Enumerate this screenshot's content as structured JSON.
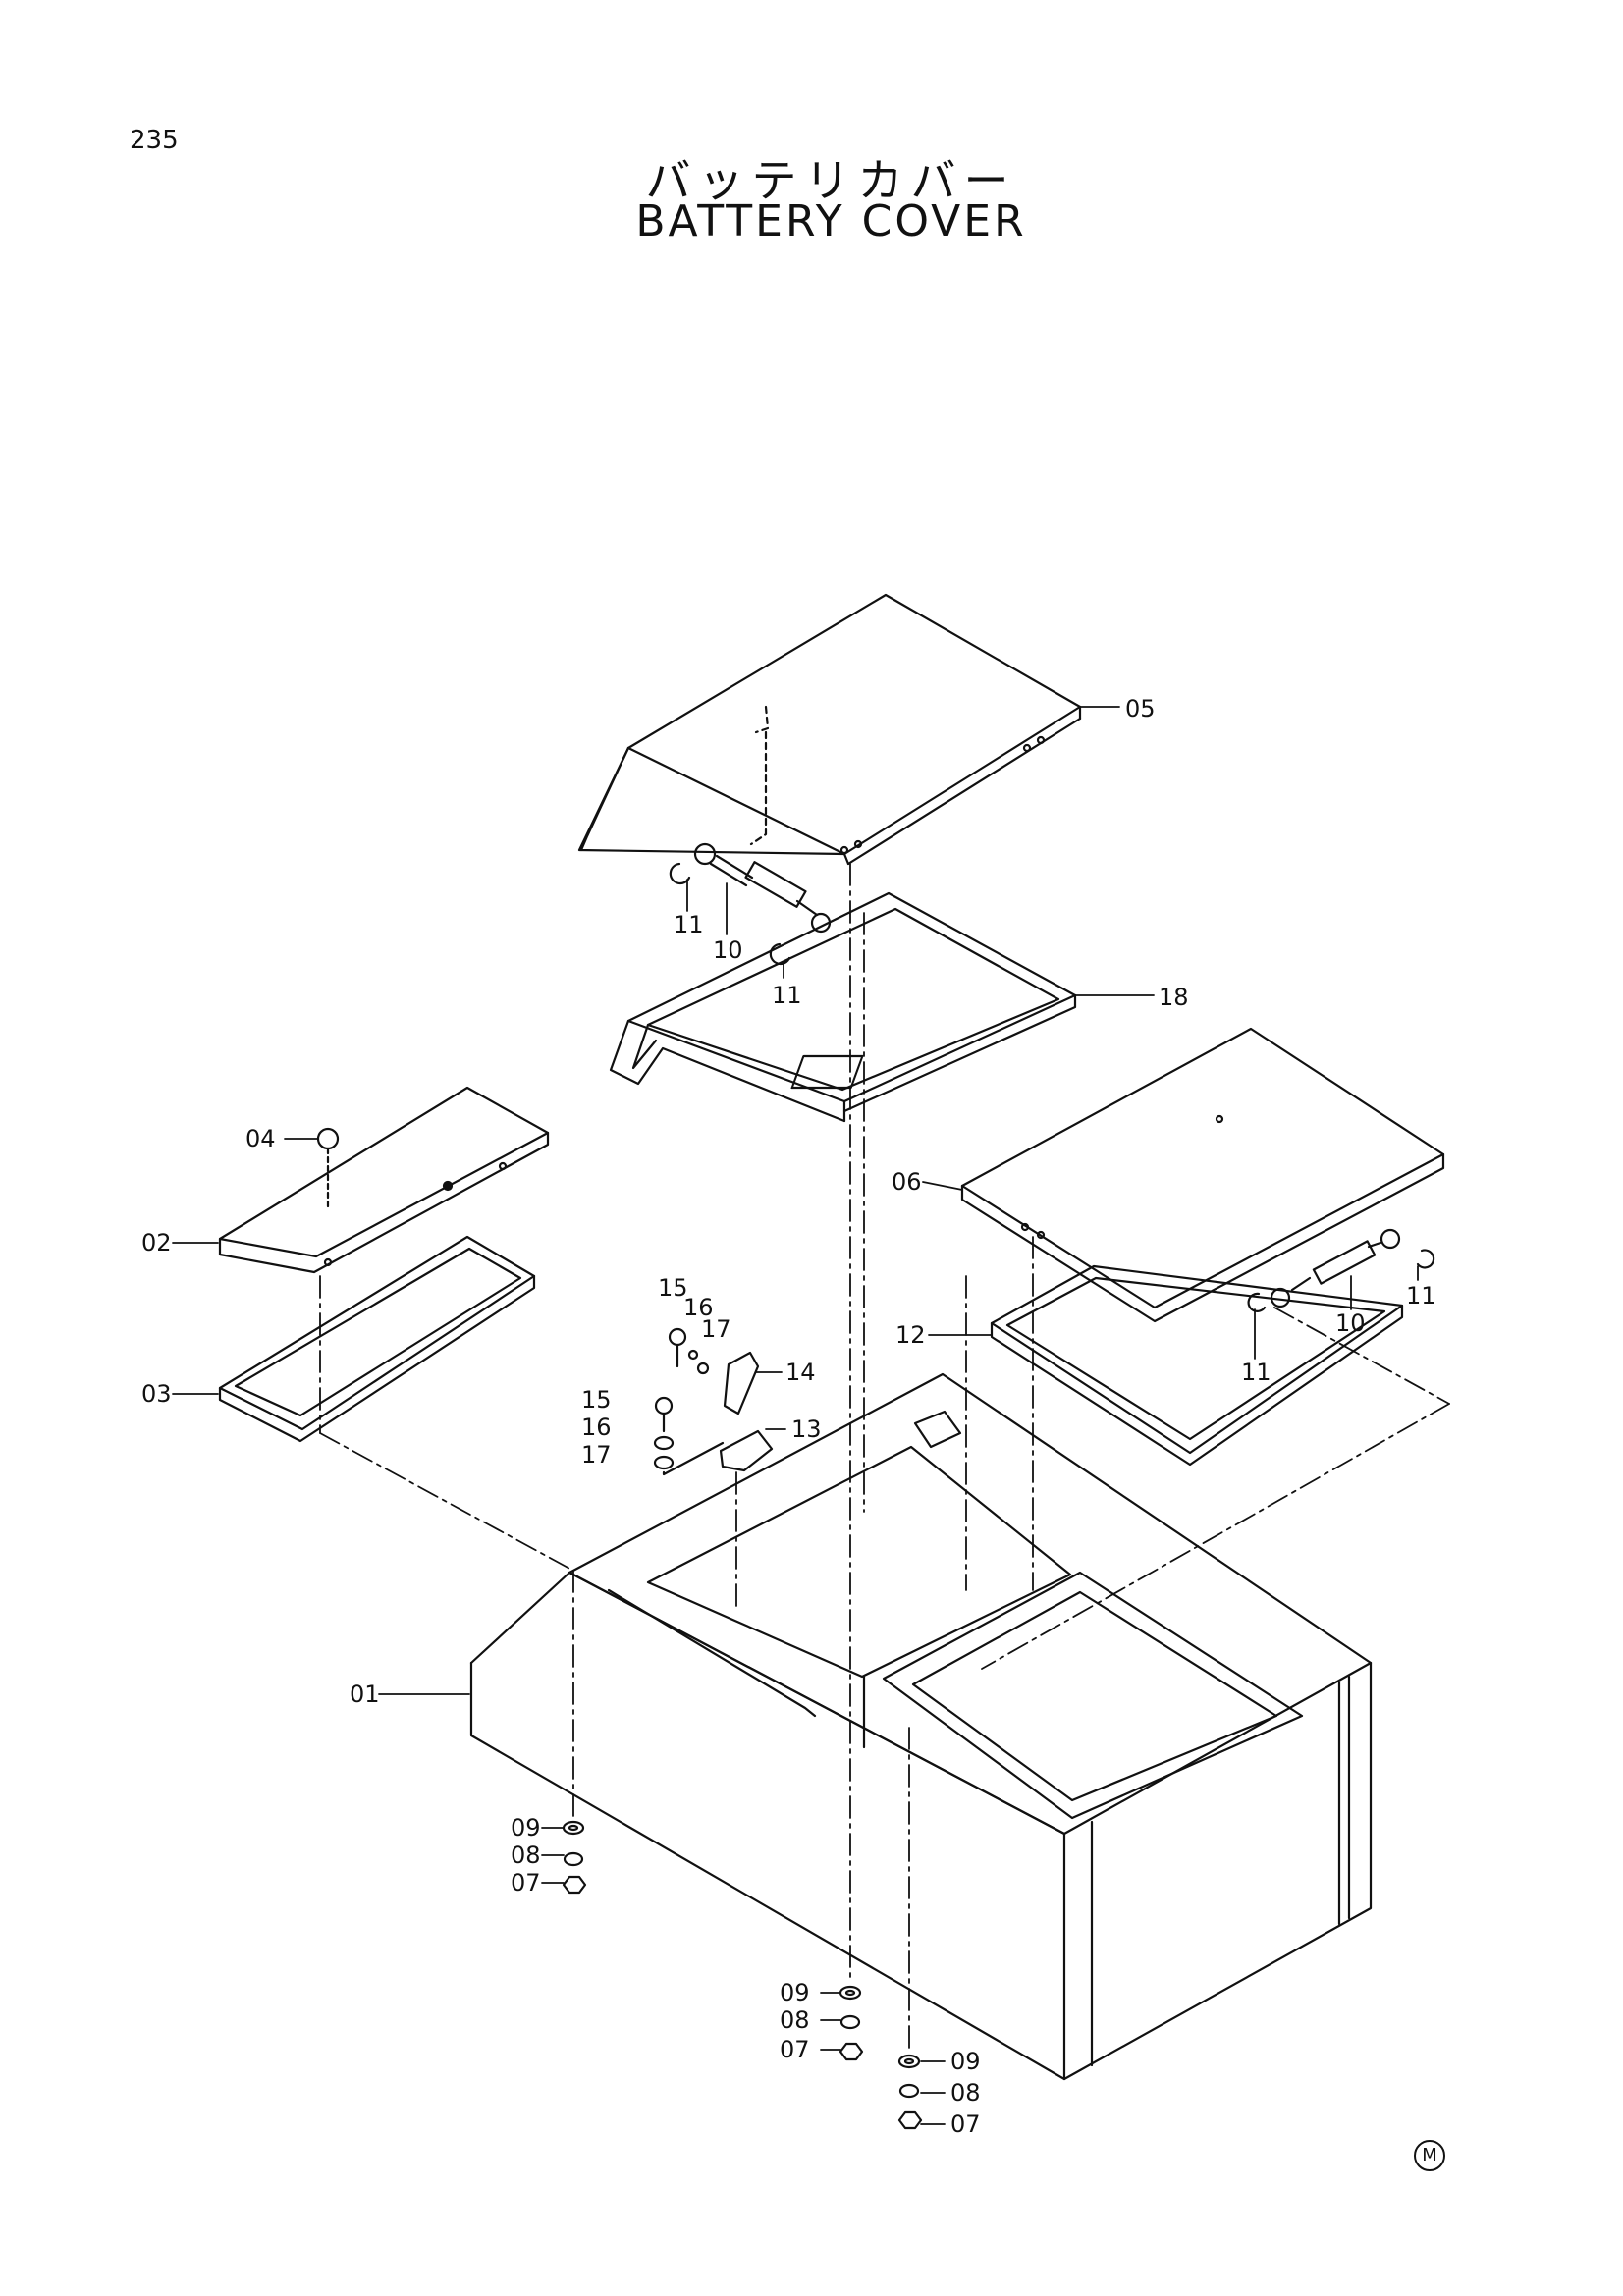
{
  "page_number": "235",
  "title_jp": "バッテリカバー",
  "title_en": "BATTERY COVER",
  "mark": "M",
  "callouts": [
    {
      "id": "05",
      "text": "05"
    },
    {
      "id": "18",
      "text": "18"
    },
    {
      "id": "11a",
      "text": "11"
    },
    {
      "id": "10a",
      "text": "10"
    },
    {
      "id": "11b",
      "text": "11"
    },
    {
      "id": "04",
      "text": "04"
    },
    {
      "id": "02",
      "text": "02"
    },
    {
      "id": "03",
      "text": "03"
    },
    {
      "id": "06",
      "text": "06"
    },
    {
      "id": "12",
      "text": "12"
    },
    {
      "id": "11c",
      "text": "11"
    },
    {
      "id": "10b",
      "text": "10"
    },
    {
      "id": "11d",
      "text": "11"
    },
    {
      "id": "15a",
      "text": "15"
    },
    {
      "id": "16a",
      "text": "16"
    },
    {
      "id": "17a",
      "text": "17"
    },
    {
      "id": "14",
      "text": "14"
    },
    {
      "id": "15b",
      "text": "15"
    },
    {
      "id": "16b",
      "text": "16"
    },
    {
      "id": "17b",
      "text": "17"
    },
    {
      "id": "13",
      "text": "13"
    },
    {
      "id": "01",
      "text": "01"
    },
    {
      "id": "09a",
      "text": "09"
    },
    {
      "id": "08a",
      "text": "08"
    },
    {
      "id": "07a",
      "text": "07"
    },
    {
      "id": "09b",
      "text": "09"
    },
    {
      "id": "08b",
      "text": "08"
    },
    {
      "id": "07b",
      "text": "07"
    },
    {
      "id": "09c",
      "text": "09"
    },
    {
      "id": "08c",
      "text": "08"
    },
    {
      "id": "07c",
      "text": "07"
    }
  ]
}
